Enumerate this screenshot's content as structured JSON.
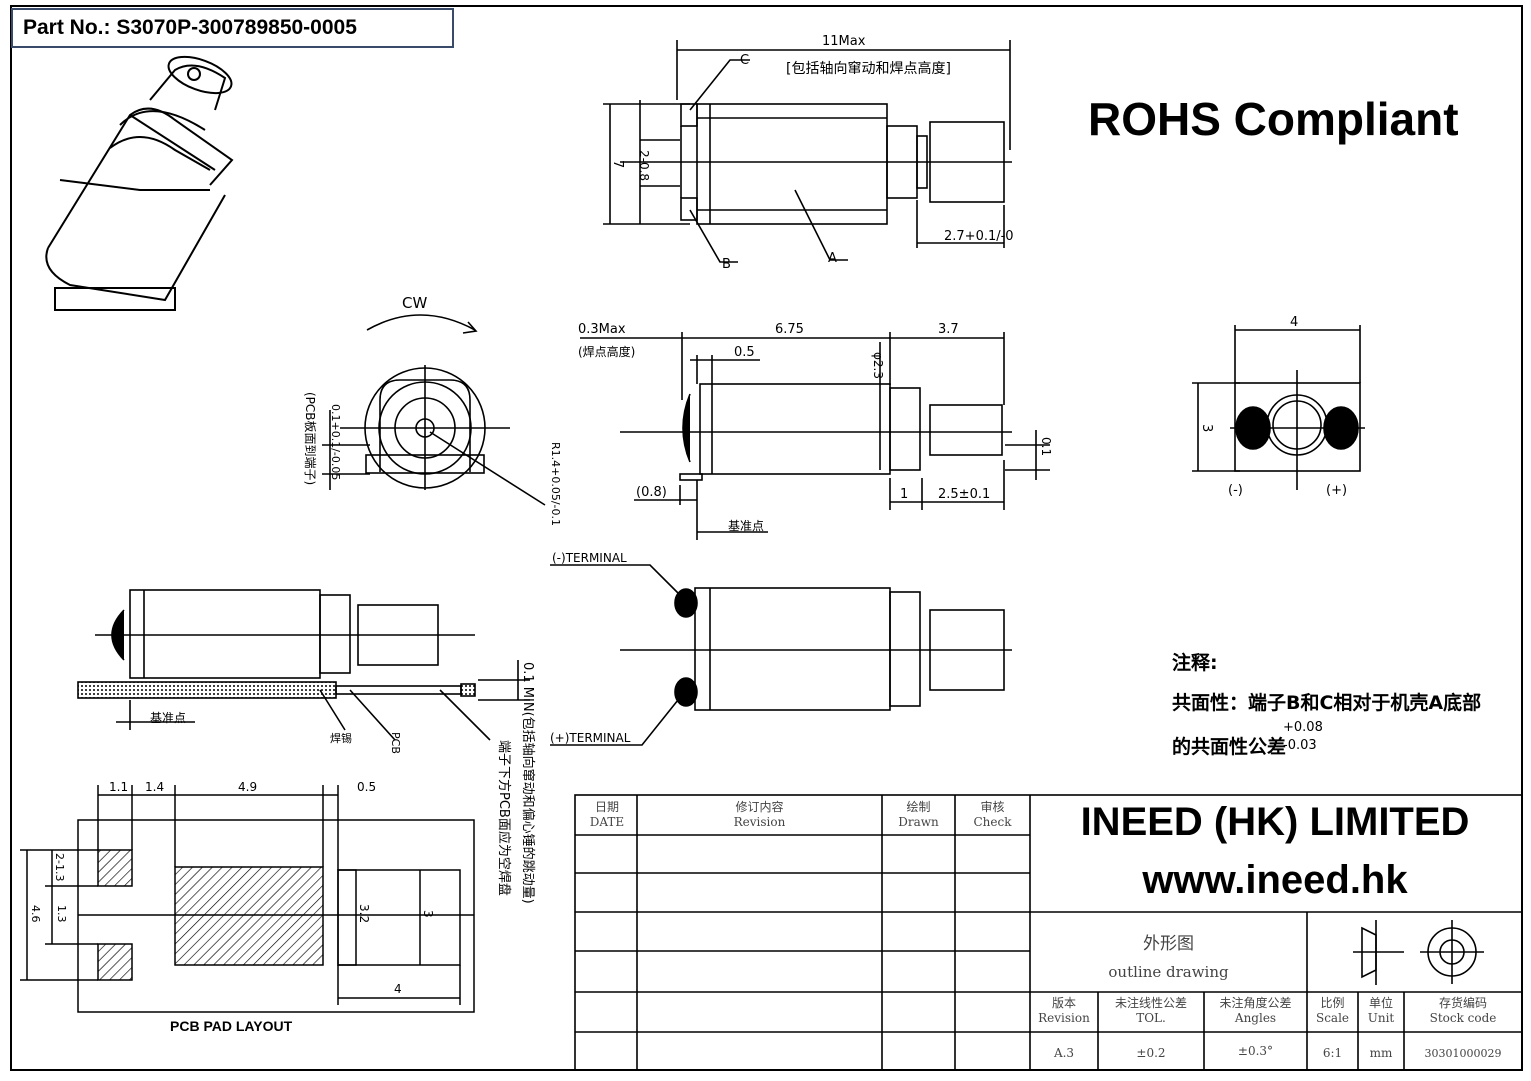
{
  "header": {
    "part_number": "Part No.: S3070P-300789850-0005",
    "compliance": "ROHS Compliant"
  },
  "company": {
    "name": "INEED (HK) LIMITED",
    "website": "www.ineed.hk"
  },
  "pcb_layout": {
    "title": "PCB PAD LAYOUT",
    "dims": {
      "d1": "1.1",
      "d2": "1.4",
      "d3": "4.9",
      "d4": "0.5",
      "v1": "2-1.3",
      "v2": "1.3",
      "v3": "4.6",
      "pad": "3.2",
      "height": "3",
      "width": "4"
    }
  },
  "views": {
    "top": {
      "length_max": "11Max",
      "length_note": "[包括轴向窜动和焊点高度]",
      "label_c": "C",
      "label_b": "B",
      "label_a": "A",
      "height": "7",
      "terminal_gap": "2-0.8",
      "weight_len": "2.7+0.1/-0"
    },
    "side": {
      "max_note": "0.3Max",
      "max_note2": "(焊点高度)",
      "d_075": "6.75",
      "d_37": "3.7",
      "d_05": "0.5",
      "d_phi": "φ2.3",
      "d_08": "(0.8)",
      "d_1": "1",
      "d_25": "2.5±0.1",
      "d_01": "0.1",
      "ref": "基准点"
    },
    "front": {
      "rotation": "CW",
      "pcb_gap": "0.1+0.1/-0.05",
      "pcb_note": "(PCB板面到端子)",
      "radius": "R1.4+0.05/-0.1"
    },
    "end": {
      "width": "4",
      "height": "3",
      "neg": "(-)",
      "pos": "(+)"
    },
    "terminals": {
      "neg": "(-)TERMINAL",
      "pos": "(+)TERMINAL"
    },
    "mount": {
      "ref": "基准点",
      "solder": "焊锡",
      "pcb": "PCB",
      "min_gap": "0.1 MIN(包括轴向窜动和偏心锤的跳动量)",
      "note2": "端子下方PCB面应为空焊盘"
    }
  },
  "notes": {
    "title": "注释:",
    "line1": "共面性：端子B和C相对于机壳A底部",
    "line2": "的共面性公差",
    "tol_plus": "+0.08",
    "tol_minus": "-0.03"
  },
  "title_block": {
    "col_date": "日期",
    "col_date_en": "DATE",
    "col_revision": "修订内容",
    "col_revision_en": "Revision",
    "col_drawn": "绘制",
    "col_drawn_en": "Drawn",
    "col_check": "审核",
    "col_check_en": "Check",
    "drawing_cn": "外形图",
    "drawing_en": "outline drawing",
    "rev_label": "版本",
    "rev_label_en": "Revision",
    "tol_label": "未注线性公差",
    "tol_label_en": "TOL.",
    "ang_label": "未注角度公差",
    "ang_label_en": "Angles",
    "scale_label": "比例",
    "scale_label_en": "Scale",
    "unit_label": "单位",
    "unit_label_en": "Unit",
    "stock_label": "存货编码",
    "stock_label_en": "Stock code",
    "rev_val": "A.3",
    "tol_val": "±0.2",
    "ang_val": "±0.3°",
    "scale_val": "6:1",
    "unit_val": "mm",
    "stock_val": "30301000029"
  }
}
